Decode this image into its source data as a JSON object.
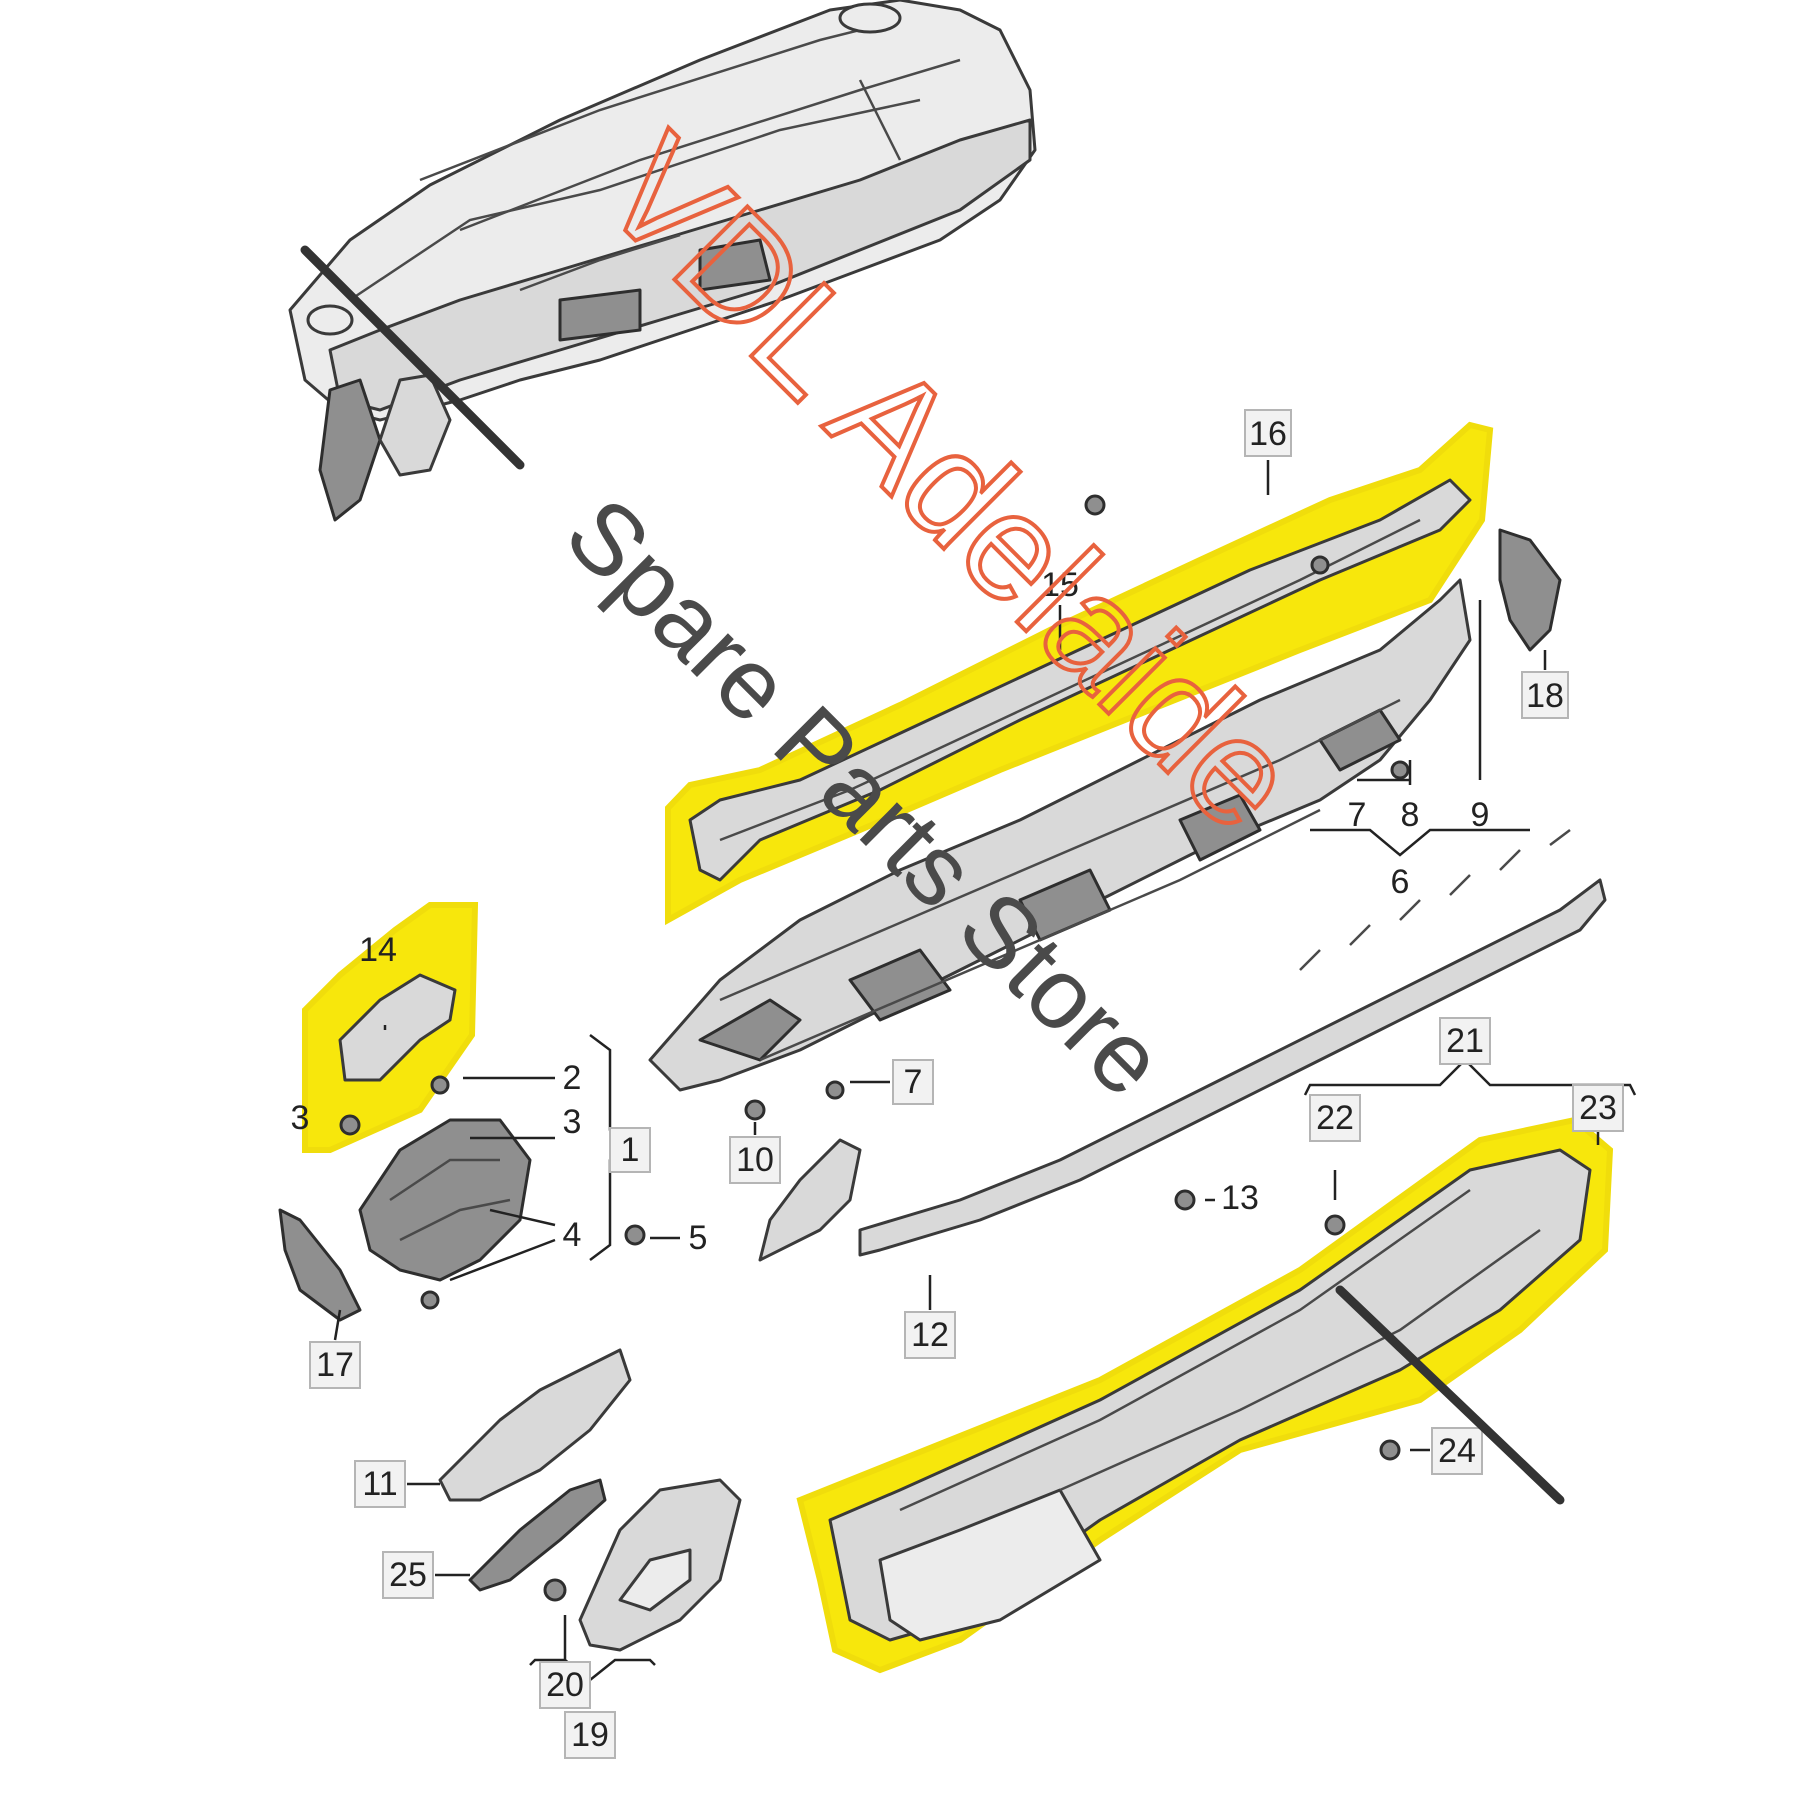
{
  "watermark": {
    "line1": "VDL Adelaide",
    "line2": "Spare Parts Store"
  },
  "labels": {
    "p1": "1",
    "p2": "2",
    "p3a": "3",
    "p3b": "3",
    "p4": "4",
    "p5": "5",
    "p6": "6",
    "p7a": "7",
    "p7b": "7",
    "p8": "8",
    "p9": "9",
    "p10": "10",
    "p11": "11",
    "p12": "12",
    "p13": "13",
    "p14": "14",
    "p15": "15",
    "p16": "16",
    "p17": "17",
    "p18": "18",
    "p19": "19",
    "p20": "20",
    "p21": "21",
    "p22": "22",
    "p23": "23",
    "p24": "24",
    "p25": "25"
  },
  "colors": {
    "highlight": "#f7e600",
    "watermark_red": "#e8623e",
    "watermark_gray": "#4a4a4a"
  }
}
